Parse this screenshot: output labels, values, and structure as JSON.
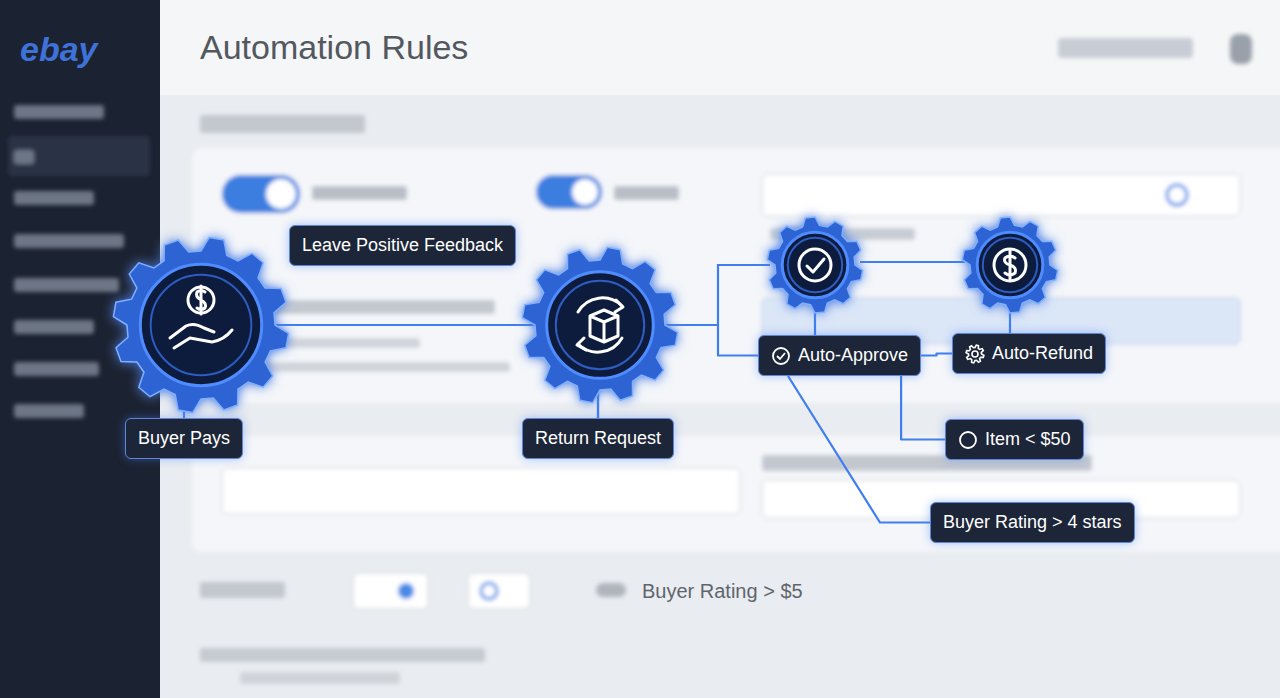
{
  "diagram": {
    "title": "Automation Rules",
    "nodes": [
      {
        "text": [
          "Buyer Pays"
        ]
      },
      {
        "text": [
          "Leave Positive Feedback"
        ]
      },
      {
        "text": [
          "Return Request"
        ]
      },
      {
        "text": [
          "Auto-Approve"
        ]
      },
      {
        "text": [
          "Auto-Refund"
        ]
      },
      {
        "text": [
          "Item < $50"
        ]
      },
      {
        "text": [
          "Buyer Rating > 4 stars"
        ]
      }
    ],
    "edges": [
      {
        "from": 0,
        "to": 2,
        "arrow": "none"
      },
      {
        "from": 2,
        "to": 3,
        "arrow": "none"
      },
      {
        "from": 3,
        "to": 4,
        "arrow": "none"
      },
      {
        "from": 3,
        "to": 5,
        "arrow": "none"
      },
      {
        "from": 3,
        "to": 6,
        "arrow": "none"
      }
    ],
    "labels": [
      "ebay",
      "Buyer Rating > $5"
    ]
  }
}
